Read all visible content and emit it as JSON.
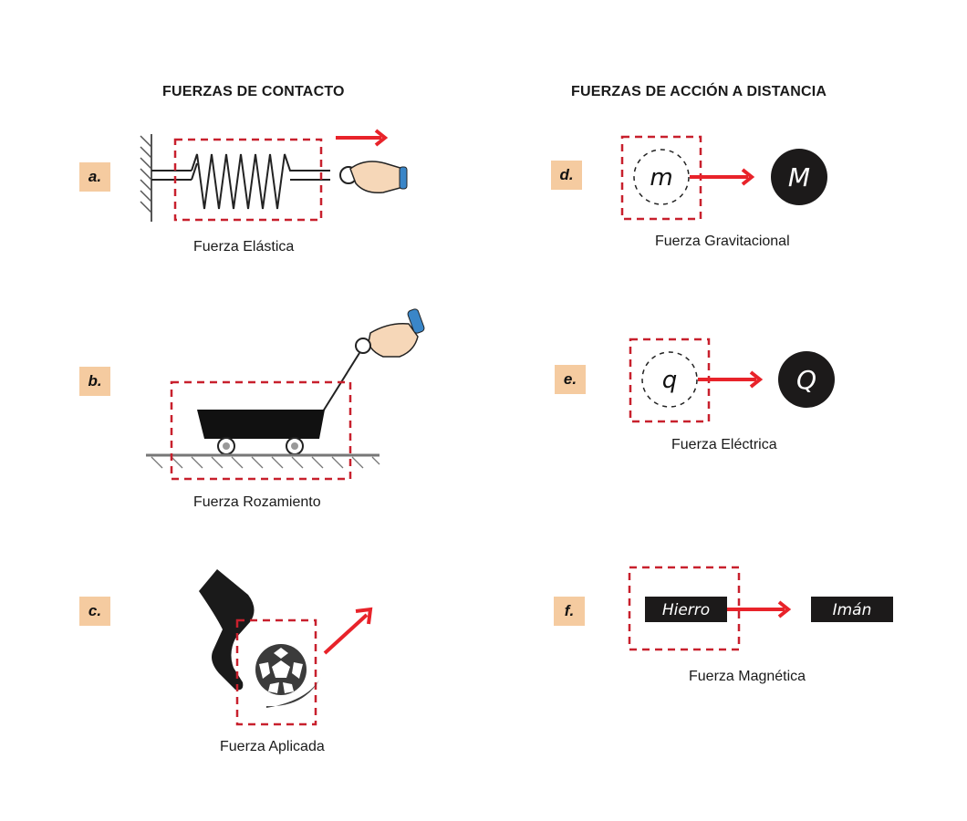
{
  "headings": {
    "contact": "FUERZAS DE CONTACTO",
    "distance": "FUERZAS DE ACCIÓN A DISTANCIA"
  },
  "colors": {
    "arrow": "#e8232a",
    "dashed_box": "#c8202d",
    "badge_bg": "#f5cba0",
    "object_dark": "#1c1a1a"
  },
  "items": {
    "a": {
      "label": "a.",
      "caption": "Fuerza Elástica",
      "icons": [
        "wall-icon",
        "spring-icon",
        "hand-icon",
        "arrow-right-icon"
      ]
    },
    "b": {
      "label": "b.",
      "caption": "Fuerza Rozamiento",
      "icons": [
        "cart-icon",
        "hand-icon",
        "ground-icon"
      ]
    },
    "c": {
      "label": "c.",
      "caption": "Fuerza Aplicada",
      "icons": [
        "leg-icon",
        "soccer-ball-icon",
        "arrow-diagonal-icon"
      ]
    },
    "d": {
      "label": "d.",
      "caption": "Fuerza Gravitacional",
      "small_mass": "m",
      "large_mass": "M"
    },
    "e": {
      "label": "e.",
      "caption": "Fuerza Eléctrica",
      "small_charge": "q",
      "large_charge": "Q"
    },
    "f": {
      "label": "f.",
      "caption": "Fuerza Magnética",
      "object_left": "Hierro",
      "object_right": "Imán"
    }
  }
}
